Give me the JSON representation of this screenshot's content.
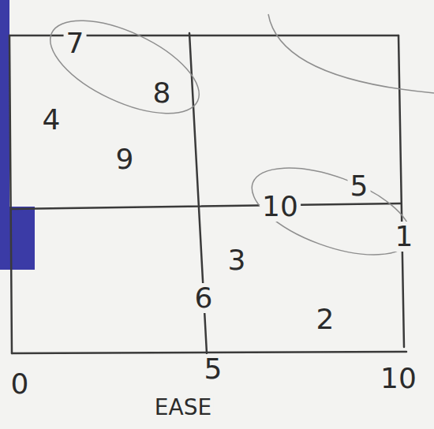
{
  "diagram": {
    "labels": [
      "7",
      "8",
      "4",
      "9",
      "10",
      "5",
      "1",
      "3",
      "6",
      "2",
      "0",
      "5",
      "10",
      "EASE"
    ]
  }
}
